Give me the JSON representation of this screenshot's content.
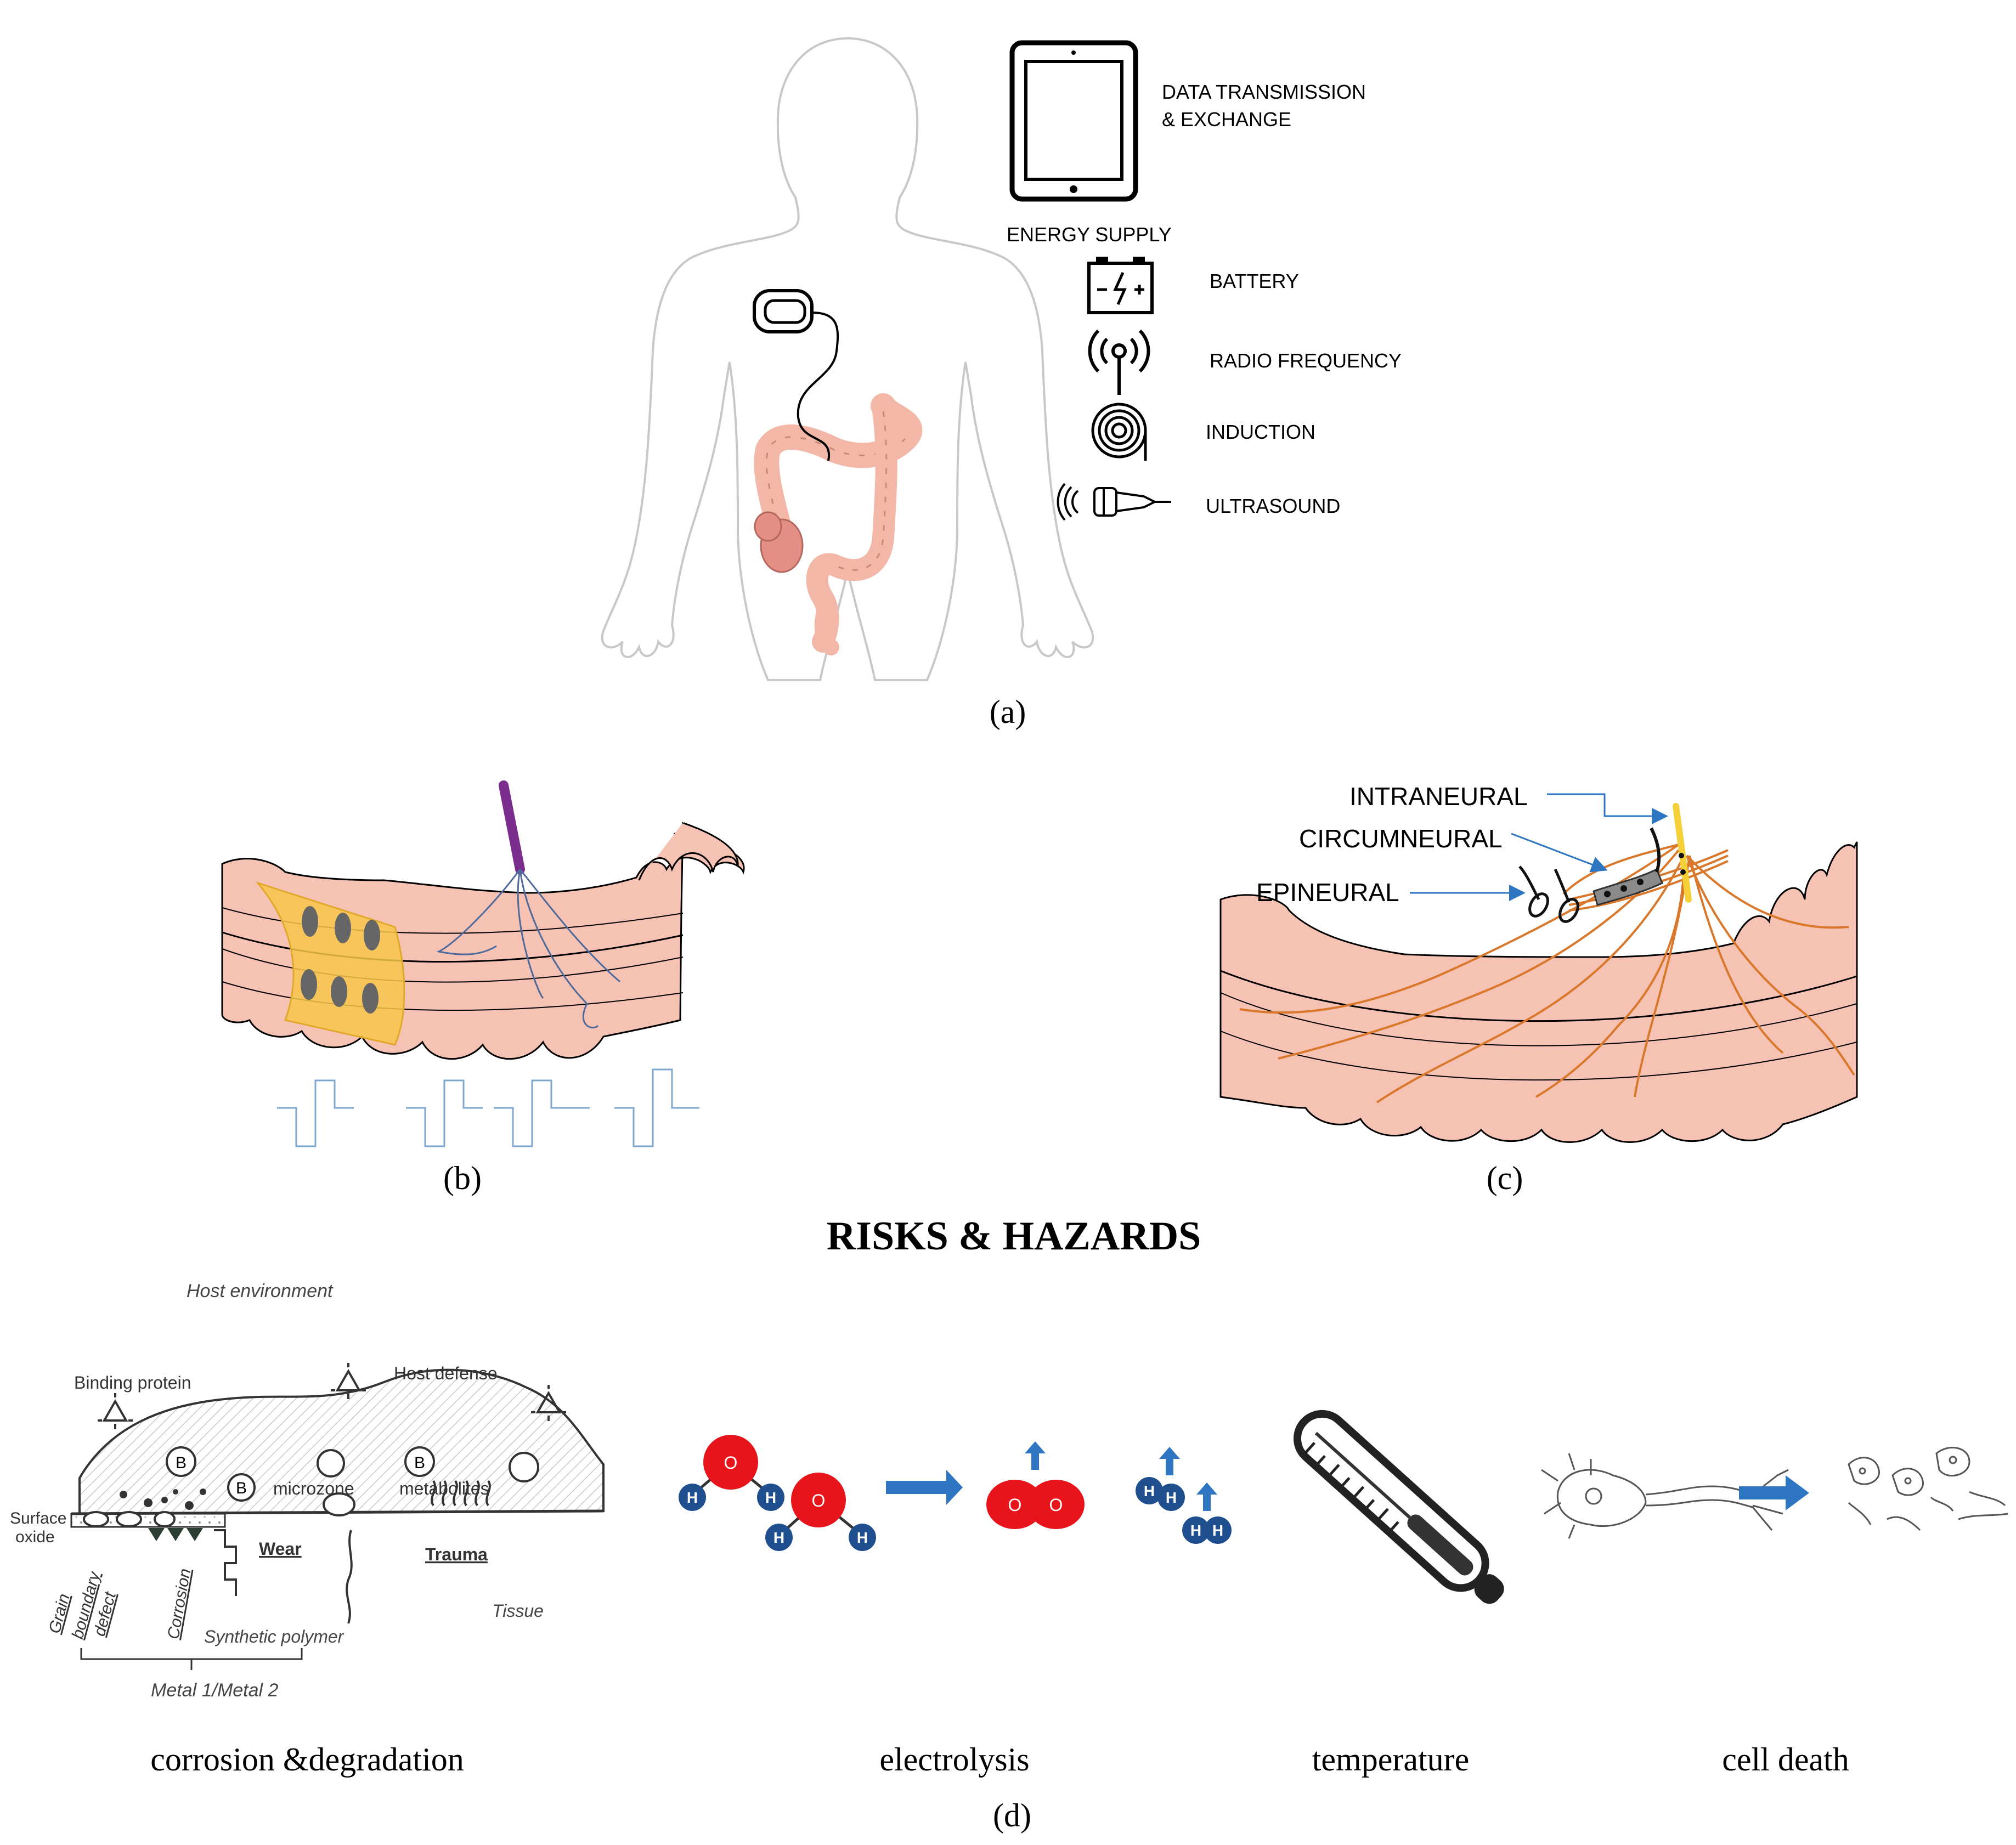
{
  "panel_a": {
    "data_line1": "DATA TRANSMISSION",
    "data_line2": "& EXCHANGE",
    "energy_supply": "ENERGY SUPPLY",
    "battery": "BATTERY",
    "radio_frequency": "RADIO FREQUENCY",
    "induction": "INDUCTION",
    "ultrasound": "ULTRASOUND",
    "caption": "(a)"
  },
  "panel_b": {
    "caption": "(b)"
  },
  "panel_c": {
    "intraneural": "INTRANEURAL",
    "circumneural": "CIRCUMNEURAL",
    "epineural": "EPINEURAL",
    "caption": "(c)"
  },
  "risks_title": "RISKS & HAZARDS",
  "panel_d": {
    "host_environment": "Host environment",
    "binding_protein": "Binding protein",
    "host_defense": "Host defense",
    "microzone": "microzone",
    "metabolites": "metabolites",
    "surface_oxide_1": "Surface",
    "surface_oxide_2": "oxide",
    "wear": "Wear",
    "trauma": "Trauma",
    "tissue": "Tissue",
    "grain": "Grain",
    "boundary": "boundary",
    "defect": "defect",
    "corrosion_label": "Corrosion",
    "synthetic_polymer": "Synthetic polymer",
    "metal": "Metal 1/Metal 2",
    "b_letter": "B",
    "o_letter": "O",
    "h_letter": "H",
    "label_corrosion": "corrosion &degradation",
    "label_electrolysis": "electrolysis",
    "label_temperature": "temperature",
    "label_cell_death": "cell death",
    "caption": "(d)"
  },
  "colors": {
    "colon_fill": "#f6c2b3",
    "colon_stroke": "#c98a7a",
    "patch_yellow": "#f7c54a",
    "electrode_purple": "#7b2d8e",
    "nerve_orange": "#d9772b",
    "oxygen_red": "#e8141b",
    "hydrogen_blue": "#1f4f8f",
    "arrow_blue": "#2e75c2",
    "signal_blue": "#7fa7cf"
  }
}
